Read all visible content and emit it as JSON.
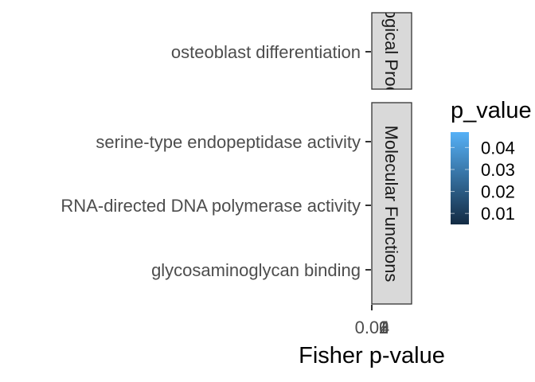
{
  "chart_data": {
    "type": "bar",
    "orientation": "horizontal",
    "title": "",
    "xlabel": "Fisher p-value",
    "ylabel": "",
    "xlim": [
      0,
      0.04
    ],
    "x_tick_labels": [
      "0.00",
      "0.01",
      "0.02",
      "0.03",
      "0.04"
    ],
    "facets": [
      {
        "strip_label": "Biological Process",
        "strip_label_visible": "ical Proc",
        "categories": [
          "osteoblast differentiation"
        ]
      },
      {
        "strip_label": "Molecular Functions",
        "strip_label_visible": "Molecular Functions",
        "categories": [
          "serine-type endopeptidase activity",
          "RNA-directed DNA polymerase activity",
          "glycosaminoglycan binding"
        ]
      }
    ],
    "legend": {
      "title": "p_value",
      "type": "colorbar",
      "labels": [
        "0.04",
        "0.03",
        "0.02",
        "0.01"
      ],
      "label_values": [
        0.04,
        0.03,
        0.02,
        0.01
      ],
      "range": [
        0.005,
        0.047
      ],
      "color_low": "#132B43",
      "color_high": "#56B1F7",
      "placement": "right"
    },
    "grid": false
  }
}
